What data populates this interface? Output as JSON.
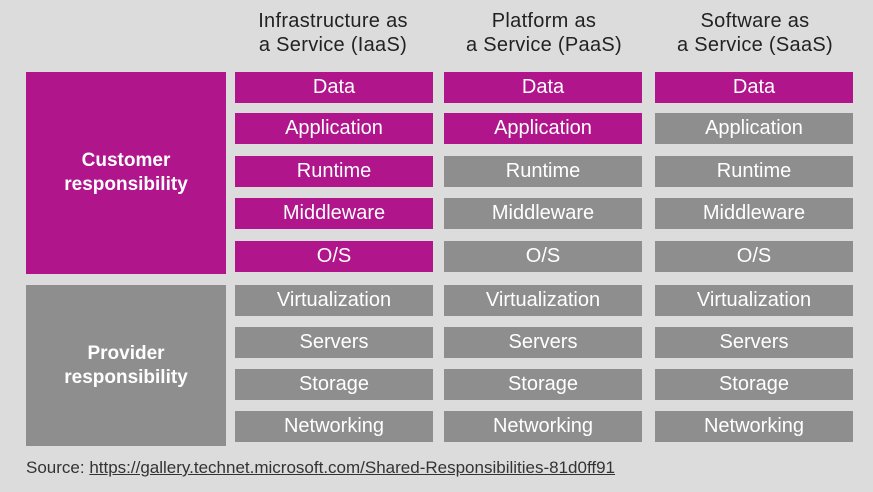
{
  "columns": [
    {
      "line1": "Infrastructure as",
      "line2": "a Service (IaaS)"
    },
    {
      "line1": "Platform as",
      "line2": "a Service (PaaS)"
    },
    {
      "line1": "Software as",
      "line2": "a Service (SaaS)"
    }
  ],
  "groups": {
    "customer": {
      "line1": "Customer",
      "line2": "responsibility",
      "color": "#b0158c"
    },
    "provider": {
      "line1": "Provider",
      "line2": "responsibility",
      "color": "#8e8e8e"
    }
  },
  "layers": [
    "Data",
    "Application",
    "Runtime",
    "Middleware",
    "O/S",
    "Virtualization",
    "Servers",
    "Storage",
    "Networking"
  ],
  "customer_managed_layers": {
    "IaaS": 5,
    "PaaS": 2,
    "SaaS": 1
  },
  "source": {
    "label": "Source: ",
    "url": "https://gallery.technet.microsoft.com/Shared-Responsibilities-81d0ff91"
  }
}
